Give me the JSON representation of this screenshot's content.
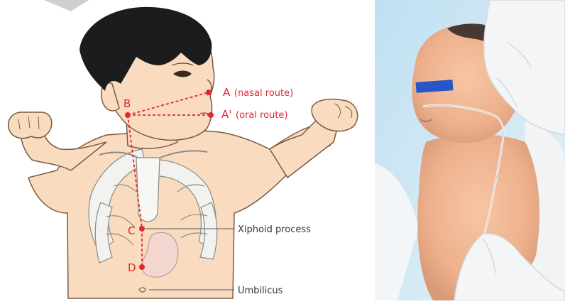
{
  "diagram": {
    "points": {
      "a": "A",
      "a_prime": "A'",
      "b": "B",
      "c": "C",
      "d": "D"
    },
    "routes": {
      "nasal": "(nasal route)",
      "oral": "(oral route)"
    },
    "anatomy": {
      "xiphoid": "Xiphoid process",
      "umbilicus": "Umbilicus"
    },
    "colors": {
      "marker": "#e3262b",
      "skin": "#f9dcc0",
      "outline": "#7a5a45",
      "rib": "#f2f2ee",
      "hair": "#1c1c1c"
    }
  },
  "photo": {
    "subject": "newborn with orogastric tube",
    "eye_bar_color": "#2a55c8"
  }
}
